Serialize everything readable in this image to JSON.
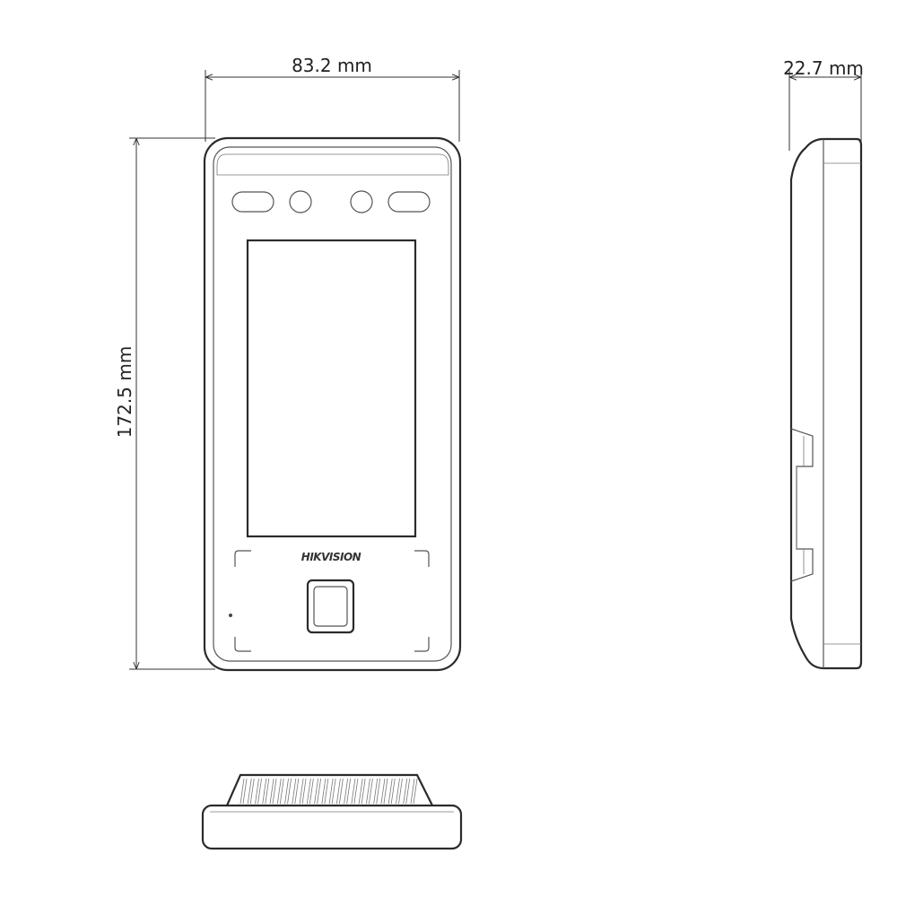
{
  "dimensions": {
    "width_label": "83.2 mm",
    "height_label": "172.5 mm",
    "depth_label": "22.7 mm"
  },
  "device": {
    "brand": "HIKVISION"
  },
  "colors": {
    "line": "#2b2b2b",
    "background": "#ffffff"
  }
}
